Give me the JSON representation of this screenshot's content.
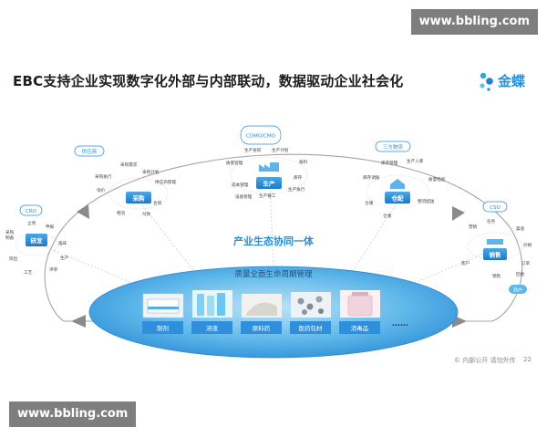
{
  "watermark_top": "www.bbling.com",
  "watermark_bottom": "www.bbling.com",
  "title": "EBC支持企业实现数字化外部与内部联动，数据驱动企业社会化",
  "logo": {
    "text": "金蝶",
    "icon": "kingdee-dots-icon"
  },
  "eco_label": "产业生态协同一体",
  "platform_label": "质量全面生命周期管理",
  "nodes": {
    "research": {
      "label": "研发",
      "partner": "CRO",
      "notes": [
        "立项",
        "申报",
        "采购",
        "制备",
        "临床",
        "风险",
        "工艺",
        "评审",
        "生产"
      ]
    },
    "purchase": {
      "label": "采购",
      "partner": "供应商",
      "notes": [
        "采购需求",
        "采购执行",
        "采购计划",
        "供应商管理",
        "询价",
        "合同",
        "物流",
        "付款"
      ]
    },
    "production": {
      "label": "生产",
      "partner": "CDMO/CMO",
      "notes": [
        "生产协同",
        "生产计划",
        "质量管理",
        "备料",
        "成本管理",
        "生产执行",
        "设备管理",
        "库存",
        "生产报工"
      ]
    },
    "warehouse": {
      "label": "仓配",
      "partner": "三方物流",
      "notes": [
        "库存管理",
        "生产入库",
        "库存调拨",
        "质量检验",
        "仓储",
        "物流配送",
        "仓储"
      ]
    },
    "sales": {
      "label": "销售",
      "partner": "CSO",
      "sub_partner": "商户",
      "notes": [
        "营销",
        "任务",
        "渠道",
        "价格",
        "客户",
        "订单",
        "回款",
        "销售"
      ]
    }
  },
  "products": [
    {
      "label": "制剂",
      "icon": "medicine-box-icon"
    },
    {
      "label": "溶液",
      "icon": "solution-bottle-icon"
    },
    {
      "label": "原料药",
      "icon": "powder-bag-icon"
    },
    {
      "label": "医药包材",
      "icon": "packaging-material-icon"
    },
    {
      "label": "消毒品",
      "icon": "disinfectant-bottle-icon"
    }
  ],
  "products_more": "……",
  "footnote": "© 内部公开 请勿外传",
  "page_number": "22"
}
